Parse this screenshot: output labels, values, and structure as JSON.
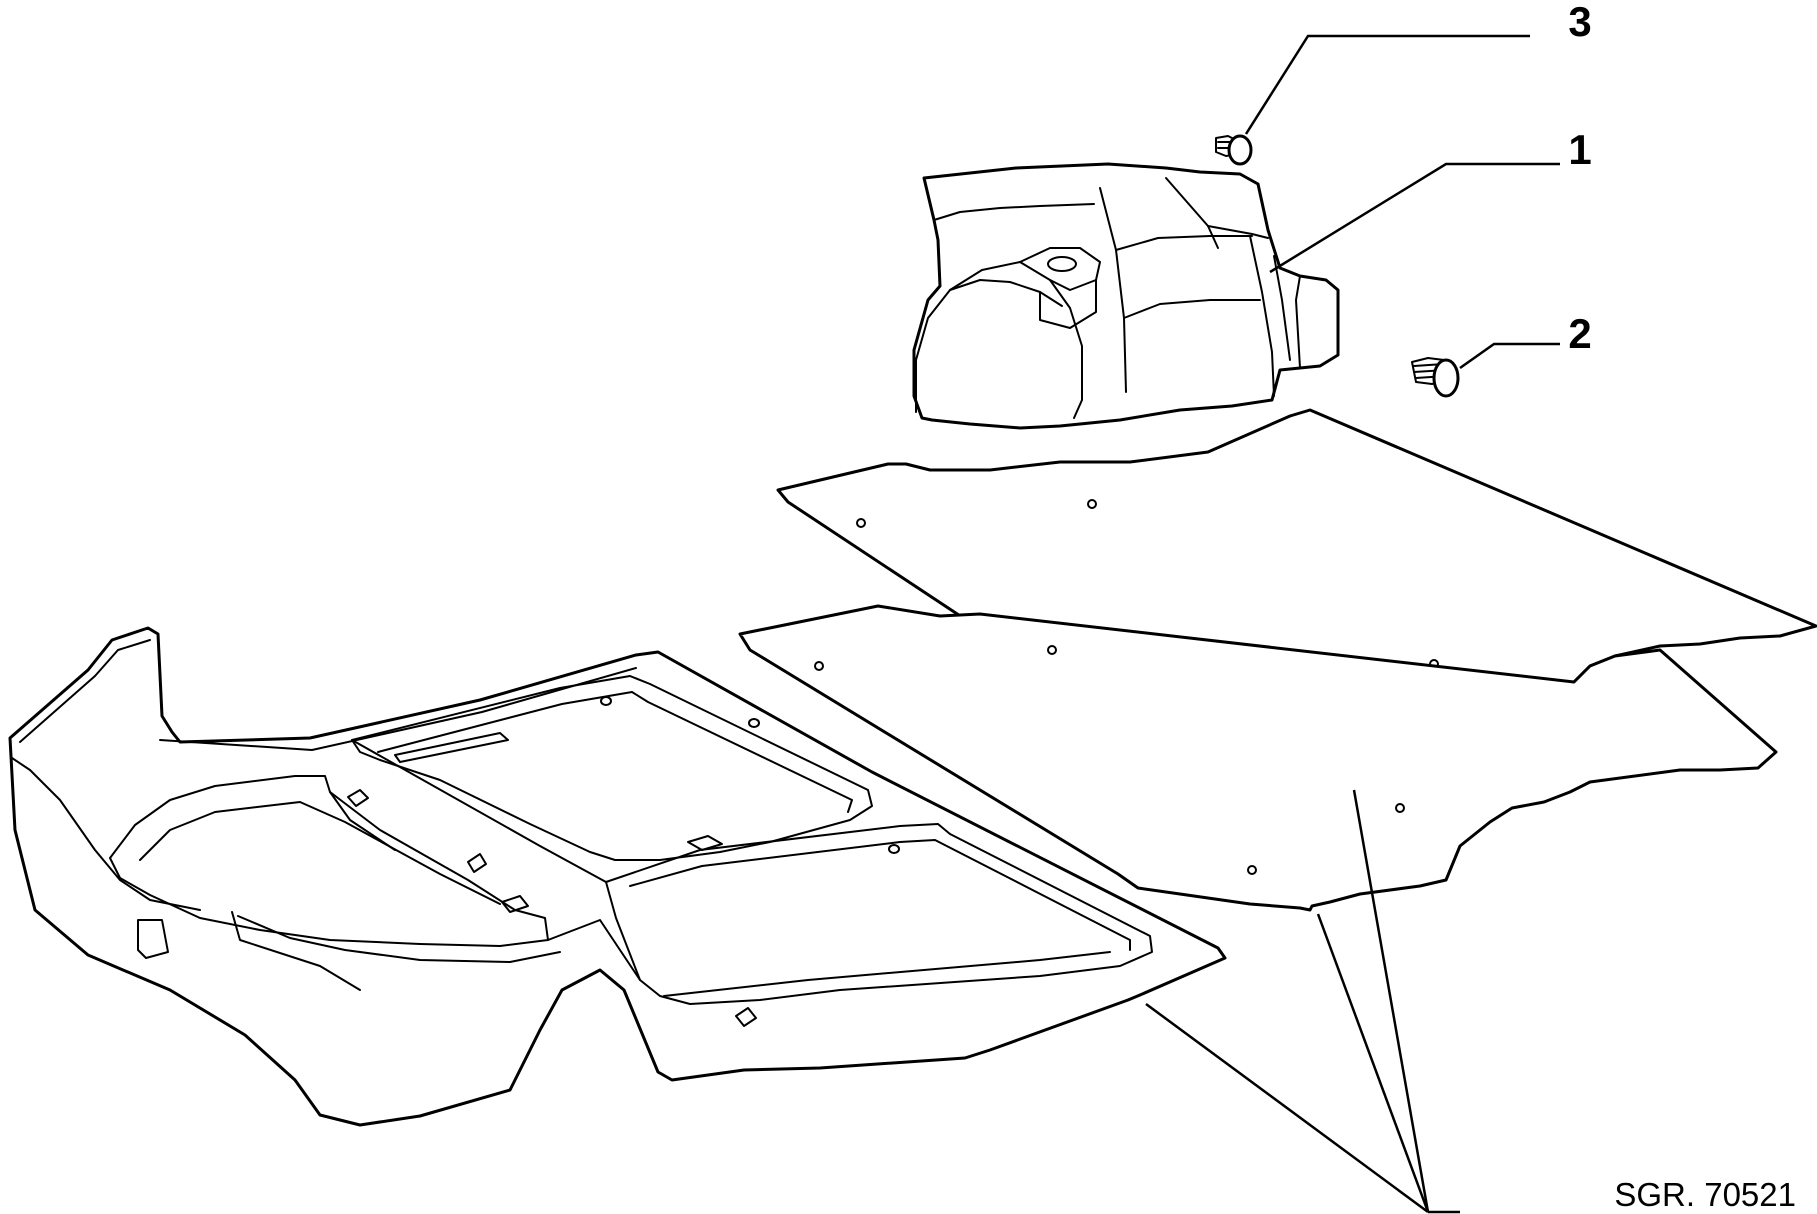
{
  "callouts": {
    "c1": "1",
    "c2": "2",
    "c3": "3"
  },
  "reference": "SGR. 70521"
}
